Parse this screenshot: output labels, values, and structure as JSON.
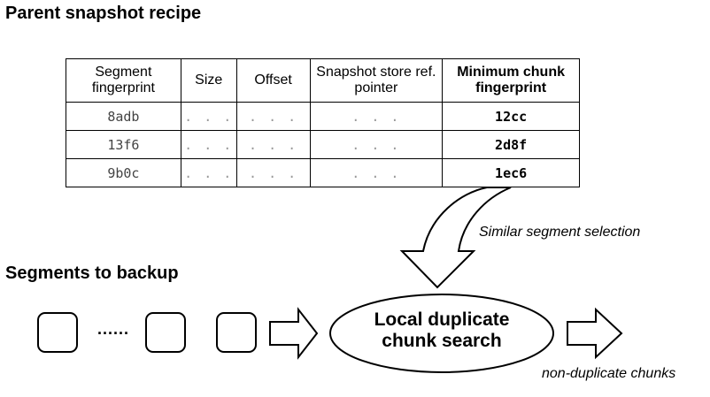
{
  "titles": {
    "recipe": "Parent snapshot recipe",
    "segments": "Segments to backup"
  },
  "table": {
    "headers": {
      "segment_fingerprint": "Segment fingerprint",
      "size": "Size",
      "offset": "Offset",
      "store_pointer": "Snapshot store ref. pointer",
      "min_chunk_fingerprint": "Minimum chunk fingerprint"
    },
    "rows": [
      {
        "fingerprint": "8adb",
        "size": ". . .",
        "offset": ". . .",
        "pointer": ". . .",
        "min_chunk": "12cc"
      },
      {
        "fingerprint": "13f6",
        "size": ". . .",
        "offset": ". . .",
        "pointer": ". . .",
        "min_chunk": "2d8f"
      },
      {
        "fingerprint": "9b0c",
        "size": ". . .",
        "offset": ". . .",
        "pointer": ". . .",
        "min_chunk": "1ec6"
      }
    ]
  },
  "segments_row": {
    "ellipsis": "......"
  },
  "process_node": {
    "line1": "Local duplicate",
    "line2": "chunk search"
  },
  "labels": {
    "similar_selection": "Similar segment selection",
    "non_duplicate": "non-duplicate chunks"
  }
}
